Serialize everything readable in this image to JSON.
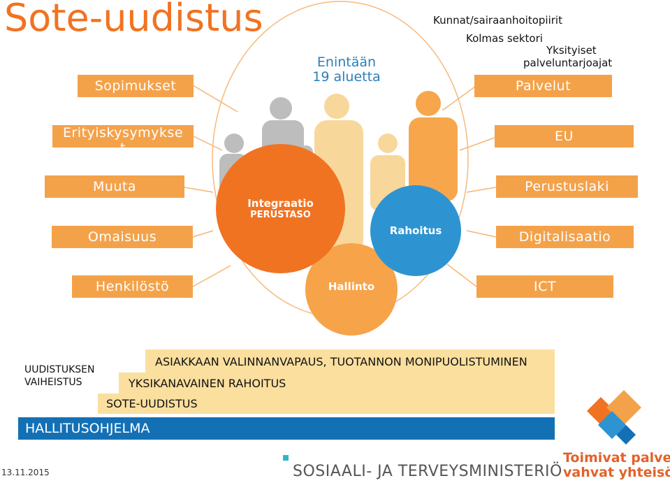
{
  "title": "Sote-uudistus",
  "top_labels": {
    "kunnat": "Kunnat/sairaanhoitopiirit",
    "kolmas": "Kolmas sektori",
    "yksityiset": "Yksityiset",
    "palveluntarjoajat": "palveluntarjoajat"
  },
  "enintaan": {
    "line1": "Enintään",
    "line2": "19 aluetta"
  },
  "left_boxes": {
    "sopimukset": "Sopimukset",
    "erityis": "Erityiskysymykse",
    "erityis2": "t",
    "muuta": "Muuta",
    "omaisuus": "Omaisuus",
    "henkilosto": "Henkilöstö"
  },
  "right_boxes": {
    "palvelut": "Palvelut",
    "eu": "EU",
    "perustuslaki": "Perustuslaki",
    "digitalisaatio": "Digitalisaatio",
    "ict": "ICT"
  },
  "circles": {
    "integraatio": "Integraatio",
    "perustaso": "PERUSTASO",
    "rahoitus": "Rahoitus",
    "hallinto": "Hallinto"
  },
  "phases": {
    "label1": "UUDISTUKSEN",
    "label2": "VAIHEISTUS",
    "asiakkaan": "ASIAKKAAN VALINNANVAPAUS, TUOTANNON MONIPUOLISTUMINEN",
    "yksikanavainen": "YKSIKANAVAINEN RAHOITUS",
    "sote": "SOTE-UUDISTUS",
    "hallitusohjelma": "HALLITUSOHJELMA"
  },
  "footer": {
    "date": "13.11.2015",
    "ministry": "SOSIAALI- JA TERVEYSMINISTERIÖ",
    "slogan1": "Toimivat palvelut,",
    "slogan2": "vahvat yhteisöt"
  },
  "colors": {
    "orange": "#f07322",
    "light_orange": "#f4a24a",
    "blue": "#2d94d1",
    "dark_blue": "#1470b5",
    "beige": "#fbdf9e"
  }
}
